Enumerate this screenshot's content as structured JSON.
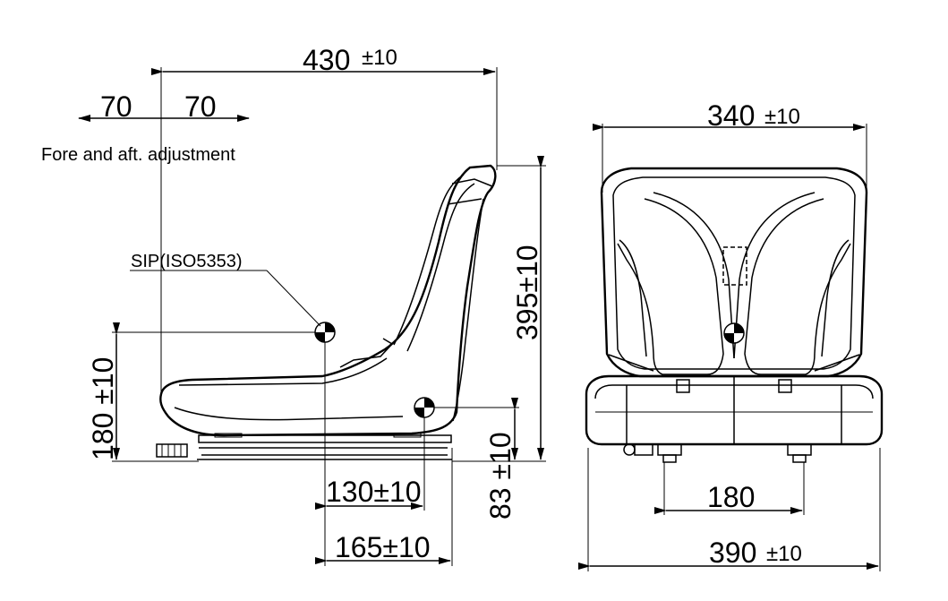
{
  "dimensions": {
    "overall_depth": "430",
    "overall_depth_tol": "±10",
    "adjust_back": "70",
    "adjust_forward": "70",
    "adjust_note": "Fore and aft. adjustment",
    "sip_label": "SIP(ISO5353)",
    "back_height": "395±10",
    "sip_height": "180 ±10",
    "rail_offset": "83 ±10",
    "sip_to_pivot": "130±10",
    "sip_to_rear": "165±10",
    "top_width": "340",
    "top_width_tol": "±10",
    "mount_spacing": "180",
    "base_width": "390",
    "base_width_tol": "±10"
  }
}
